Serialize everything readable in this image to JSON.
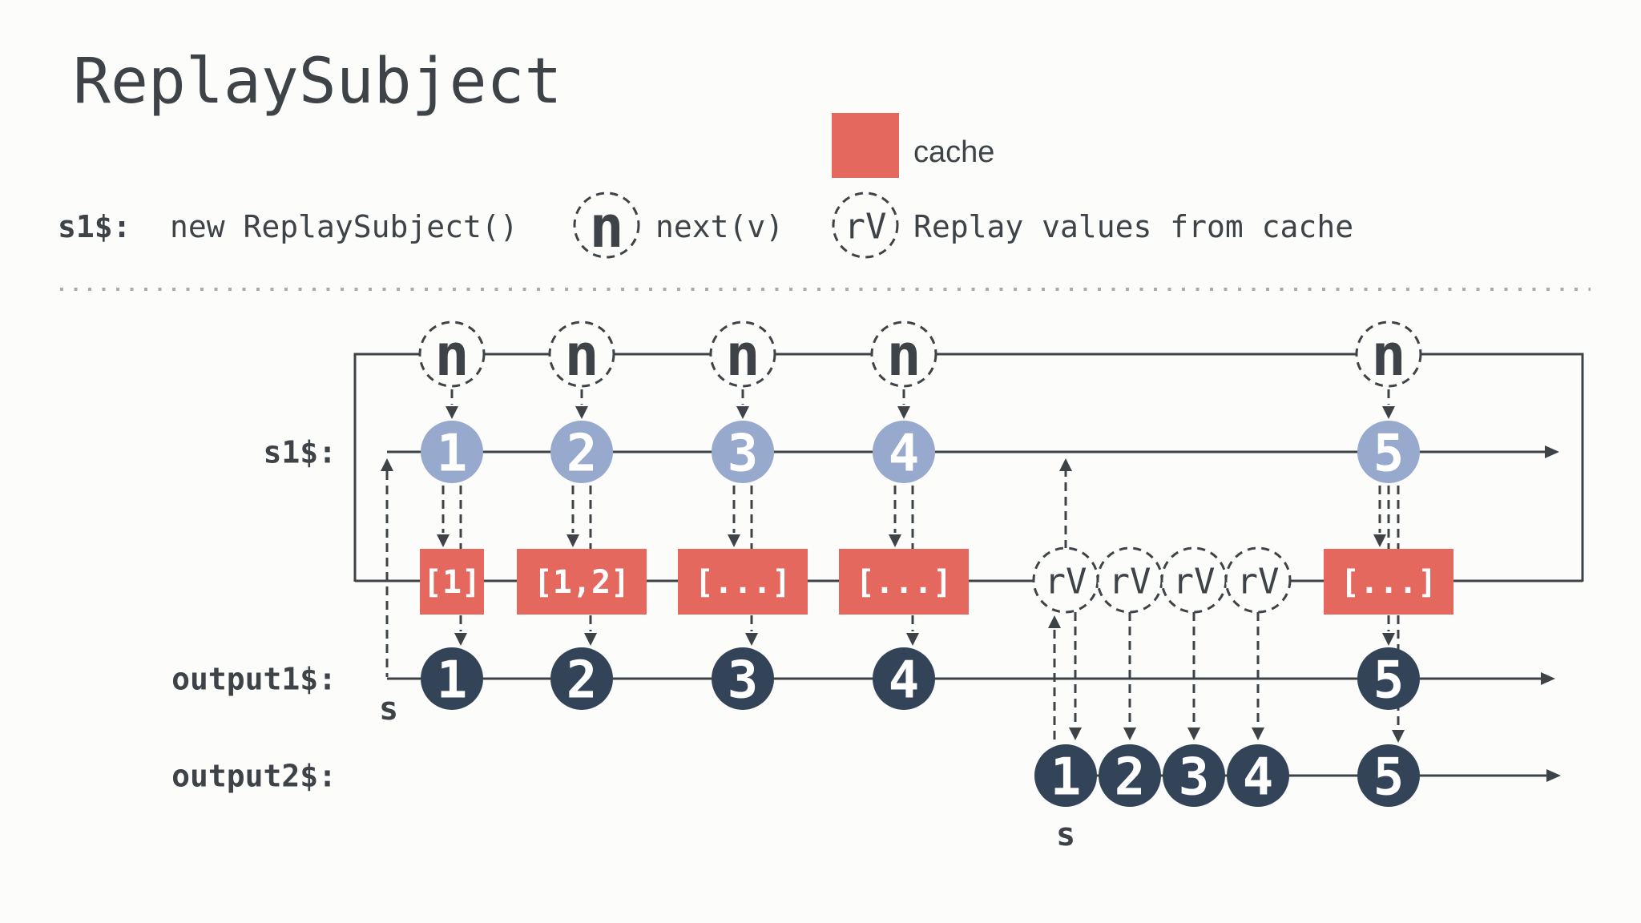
{
  "title": "ReplaySubject",
  "colors": {
    "background": "#fcfcfb",
    "ink": "#3e4347",
    "cache": "#e5685f",
    "source_marble": "#97a9cc",
    "output_marble": "#334459",
    "divider_dots": "#ababab"
  },
  "legend": {
    "cache_label": "cache",
    "stream_name": "s1$:",
    "stream_desc": "new ReplaySubject()",
    "next_symbol": "n",
    "next_label": "next(v)",
    "replay_symbol": "rV",
    "replay_label": "Replay values from cache"
  },
  "diagram": {
    "row_labels": [
      "s1$:",
      "output1$:",
      "output2$:"
    ],
    "next_symbol": "n",
    "replay_symbol": "rV",
    "subscribe_label": "s",
    "source_values": [
      "1",
      "2",
      "3",
      "4",
      "5"
    ],
    "cache_values": [
      "[1]",
      "[1,2]",
      "[...]",
      "[...]",
      "[...]"
    ],
    "output1_values": [
      "1",
      "2",
      "3",
      "4",
      "5"
    ],
    "output2_values": [
      "1",
      "2",
      "3",
      "4",
      "5"
    ]
  }
}
